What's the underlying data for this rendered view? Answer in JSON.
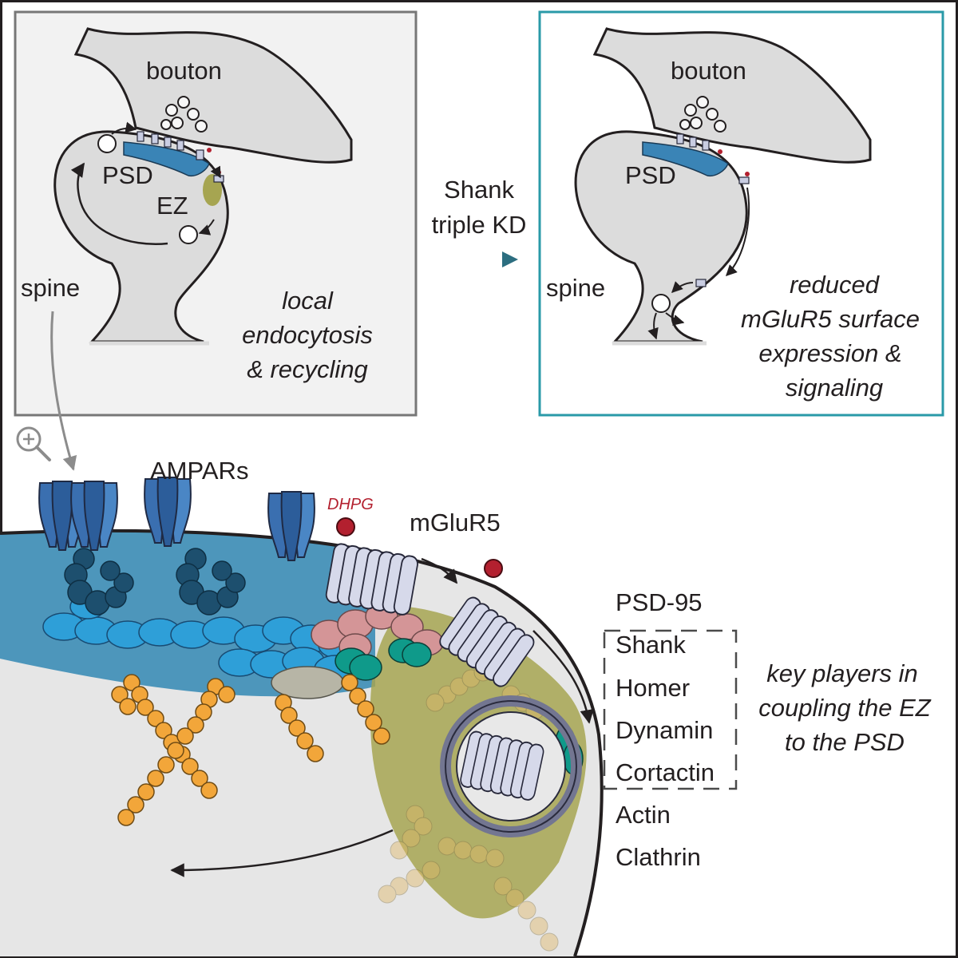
{
  "panel_control": {
    "bouton": "bouton",
    "psd": "PSD",
    "ez": "EZ",
    "spine": "spine",
    "caption": [
      "local",
      "endocytosis",
      "& recycling"
    ]
  },
  "treatment": {
    "line1": "Shank",
    "line2": "triple KD"
  },
  "panel_kd": {
    "bouton": "bouton",
    "psd": "PSD",
    "spine": "spine",
    "caption": [
      "reduced",
      "mGluR5 surface",
      "expression &",
      "signaling"
    ]
  },
  "zoom": {
    "ampars": "AMPARs",
    "dhpg": "DHPG",
    "mglur5": "mGluR5"
  },
  "legend": {
    "items": [
      {
        "label": "PSD-95",
        "color": "#1d4f6e"
      },
      {
        "label": "Shank",
        "color": "#2e9fd8"
      },
      {
        "label": "Homer",
        "color": "#d49597"
      },
      {
        "label": "Dynamin",
        "color": "#0f9a8a"
      },
      {
        "label": "Cortactin",
        "color": "#b7b5a6"
      },
      {
        "label": "Actin",
        "color": "#f2a63a"
      },
      {
        "label": "Clathrin",
        "color": "#737691"
      }
    ],
    "key_text": [
      "key players in",
      "coupling the EZ",
      "to the PSD"
    ]
  },
  "colors": {
    "control_frame": "#777777",
    "kd_frame": "#2a9aa8",
    "cytoplasm": "#e6e6e6",
    "psd_zone": "#4d96bb",
    "ez_zone": "#a6a551",
    "dhpg": "#b3202f"
  }
}
